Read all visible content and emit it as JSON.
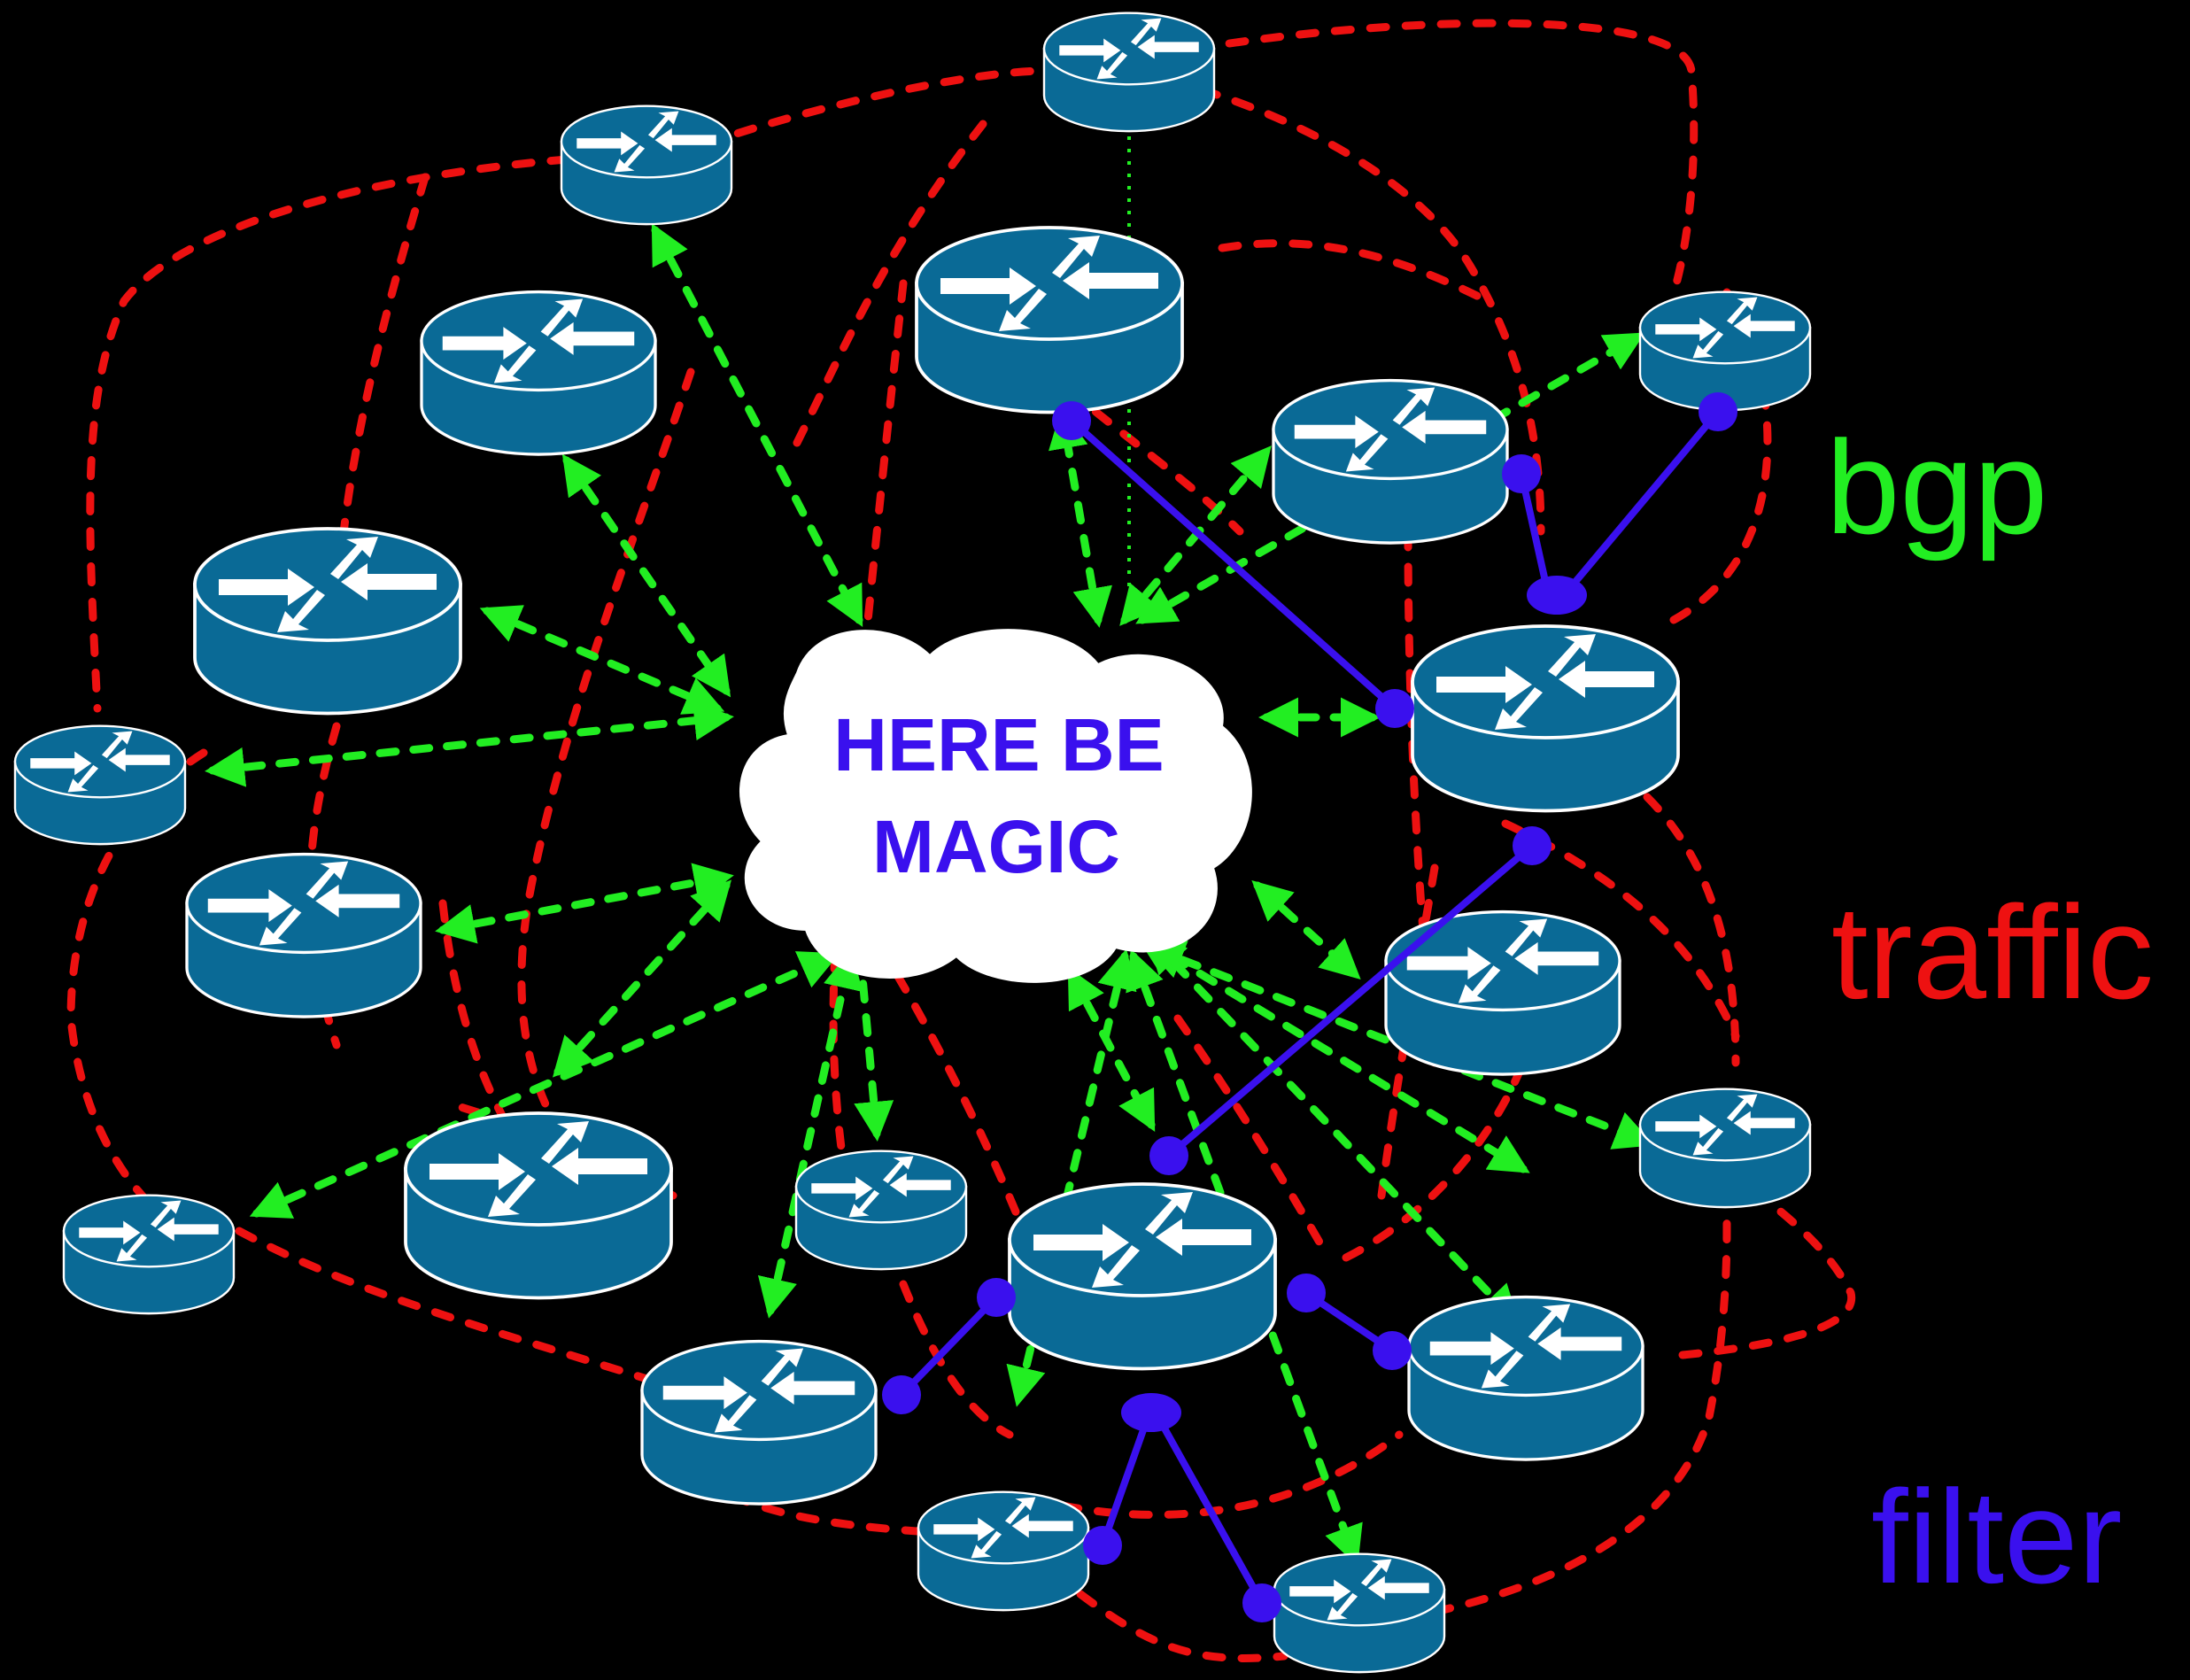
{
  "cloud": {
    "line1": "HERE BE",
    "line2": "MAGIC"
  },
  "legend": {
    "bgp": "bgp",
    "traffic": "traffic",
    "filter": "filter"
  },
  "colors": {
    "background": "#000000",
    "router_fill": "#0a6a96",
    "router_stroke": "#ffffff",
    "bgp": "#22ee22",
    "traffic": "#ee1111",
    "filter": "#3a10ee",
    "cloud_fill": "#ffffff",
    "cloud_text": "#3a10ee"
  },
  "icons": {
    "router": "router-icon",
    "cloud": "cloud-icon"
  }
}
